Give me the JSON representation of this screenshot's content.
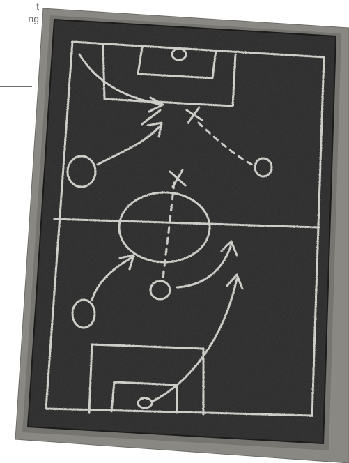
{
  "corner_text": {
    "line1": "t",
    "line2": "ng"
  },
  "board": {
    "subject": "chalkboard-soccer-tactics",
    "frame_color": "#8c8a84",
    "surface_color": "#2b2b2b",
    "chalk_color": "#d9d9d4"
  }
}
